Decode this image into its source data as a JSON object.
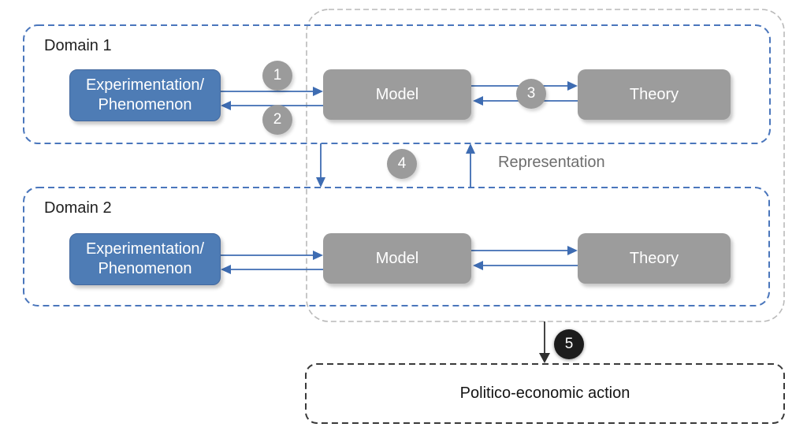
{
  "figure": {
    "domain1": {
      "label": "Domain 1",
      "experimentation_line1": "Experimentation/",
      "experimentation_line2": "Phenomenon",
      "model_label": "Model",
      "theory_label": "Theory"
    },
    "domain2": {
      "label": "Domain 2",
      "experimentation_line1": "Experimentation/",
      "experimentation_line2": "Phenomenon",
      "model_label": "Model",
      "theory_label": "Theory"
    },
    "badges": {
      "b1": "1",
      "b2": "2",
      "b3": "3",
      "b4": "4",
      "b5": "5"
    },
    "representation_label": "Representation",
    "action_label": "Politico-economic action"
  },
  "colors": {
    "blue_box": "#4e7cb5",
    "gray_box": "#9c9c9c",
    "arrow_blue": "#3e6cb2",
    "arrow_dark": "#2f2f2f",
    "dashed_blue": "#4a76bc",
    "dashed_gray": "#b9b9b9",
    "dashed_dark": "#3a3a3a",
    "badge_gray": "#9b9b9b",
    "badge_black": "#1c1c1c",
    "label_gray": "#6e6e6e",
    "text_dark": "#1f1f1f"
  }
}
